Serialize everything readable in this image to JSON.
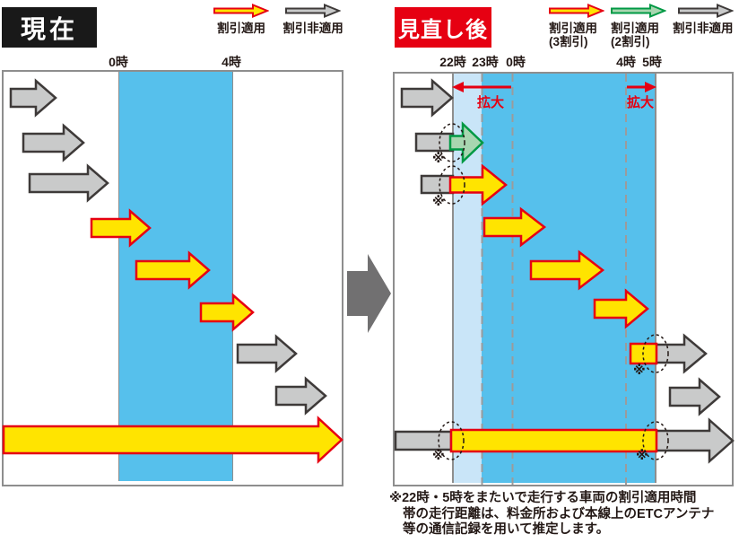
{
  "palette": {
    "discount_fill": "#ffe400",
    "discount_stroke": "#e60012",
    "discount2_fill": "#a8d6b0",
    "discount2_stroke": "#009944",
    "no_discount_fill": "#c9caca",
    "no_discount_stroke": "#3e3a39",
    "band_dark": "#56c0ec",
    "band_light": "#c9e5f8",
    "accent_red": "#e60012",
    "title_black_bg": "#191919",
    "transition_arrow": "#717071",
    "text": "#231815",
    "panel_border": "#8e8e8e",
    "dash_line": "#9b9b9b"
  },
  "header": {
    "current_title": "現在",
    "revised_title": "見直し後"
  },
  "legend_current": [
    {
      "icon": "discount-arrow",
      "label": "割引適用",
      "type": "yellow"
    },
    {
      "icon": "no-discount-arrow",
      "label": "割引非適用",
      "type": "gray"
    }
  ],
  "legend_revised": [
    {
      "icon": "discount-30-arrow",
      "label": "割引適用",
      "sublabel": "(3割引)",
      "type": "yellow"
    },
    {
      "icon": "discount-20-arrow",
      "label": "割引適用",
      "sublabel": "(2割引)",
      "type": "green"
    },
    {
      "icon": "no-discount-arrow",
      "label": "割引非適用",
      "type": "gray"
    }
  ],
  "panels": {
    "current": {
      "time_labels": [
        "0時",
        "4時"
      ],
      "band": {
        "from": "0時",
        "to": "4時",
        "color": "#56c0ec"
      }
    },
    "revised": {
      "time_labels": [
        "22時",
        "23時",
        "0時",
        "4時",
        "5時"
      ],
      "bands": [
        {
          "from": "22時",
          "to": "23時",
          "color": "#c9e5f8"
        },
        {
          "from": "23時",
          "to": "5時",
          "color": "#56c0ec"
        }
      ],
      "expand_label": "拡大"
    }
  },
  "trips": {
    "current": [
      [
        "gray"
      ],
      [
        "gray"
      ],
      [
        "gray"
      ],
      [
        "yellow"
      ],
      [
        "yellow"
      ],
      [
        "yellow"
      ],
      [
        "gray"
      ],
      [
        "gray"
      ],
      [
        "yellow"
      ]
    ],
    "revised": [
      [
        "gray"
      ],
      [
        "gray",
        "green"
      ],
      [
        "gray",
        "yellow"
      ],
      [
        "yellow"
      ],
      [
        "yellow"
      ],
      [
        "yellow"
      ],
      [
        "yellow",
        "gray"
      ],
      [
        "gray"
      ],
      [
        "gray",
        "yellow",
        "gray"
      ]
    ]
  },
  "footnote_marker": "※",
  "note_lines": [
    "※22時・5時をまたいで走行する車両の割引適用時間",
    "帯の走行距離は、料金所および本線上のETCアンテナ",
    "等の通信記録を用いて推定します。"
  ]
}
